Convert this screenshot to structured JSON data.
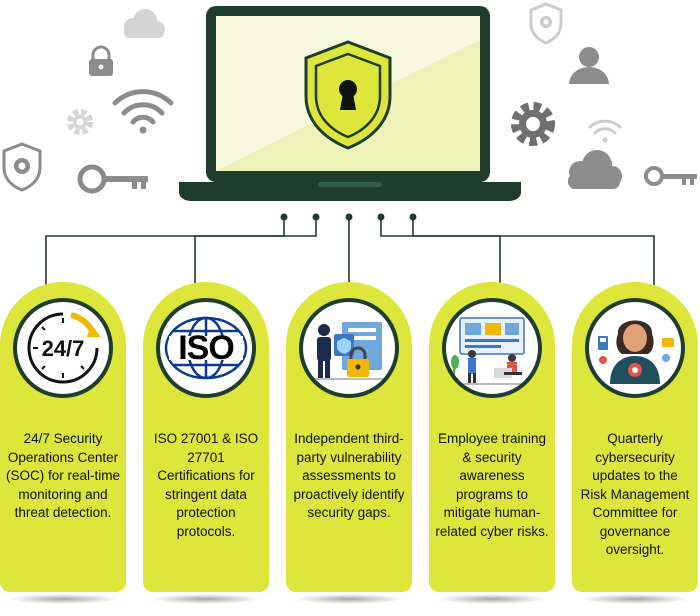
{
  "colors": {
    "accent": "#dde63a",
    "dark_green": "#1f3d2c",
    "icon_gray": "#8c8c8c",
    "screen_bg": "#f2f5c9"
  },
  "center_icon": "shield-keyhole-icon",
  "background_icons": [
    "cloud-icon",
    "padlock-icon",
    "wifi-icon",
    "gear-icon",
    "shield-gear-icon",
    "key-icon",
    "user-icon"
  ],
  "cards": [
    {
      "icon": "clock-24-7-icon",
      "badge": "24/7",
      "text": "24/7 Security Operations Center (SOC) for real-time monitoring and threat detection."
    },
    {
      "icon": "iso-logo-icon",
      "badge": "ISO",
      "text": "ISO 27001 & ISO 27701 Certifications for stringent data protection protocols."
    },
    {
      "icon": "security-assessment-illustration",
      "text": "Independent third-party vulnerability assessments to proactively identify security gaps."
    },
    {
      "icon": "training-illustration",
      "text": "Employee training & security awareness programs to mitigate human-related cyber risks."
    },
    {
      "icon": "cybersecurity-update-illustration",
      "text": "Quarterly cybersecurity updates to the Risk Management Committee for governance oversight."
    }
  ]
}
